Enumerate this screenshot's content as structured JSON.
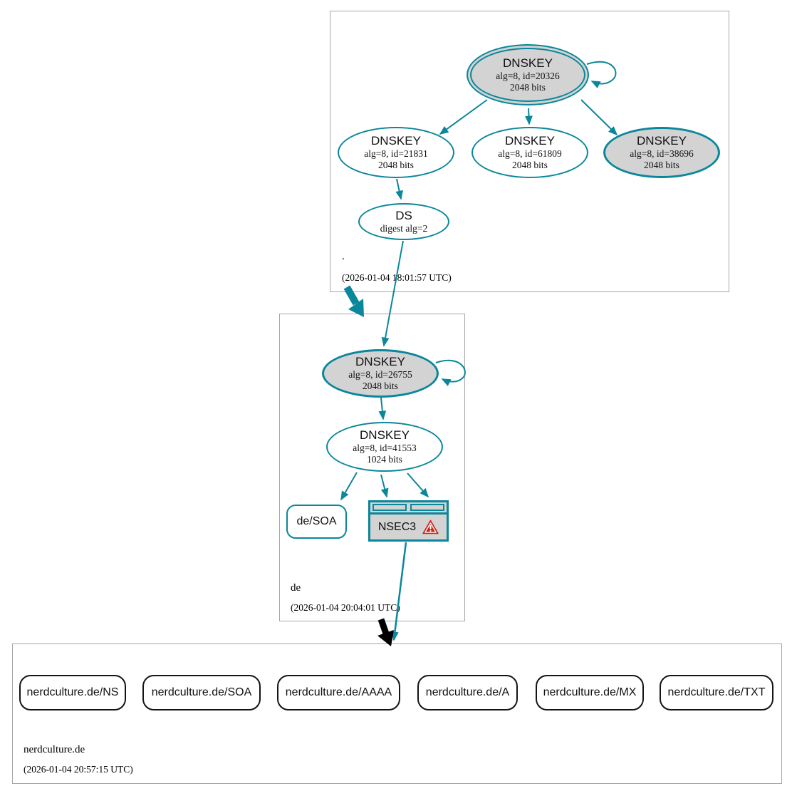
{
  "zones": [
    {
      "name": ".",
      "timestamp": "(2026-01-04 18:01:57 UTC)",
      "nodes": {
        "ksk": {
          "title": "DNSKEY",
          "alg": "alg=8, id=20326",
          "bits": "2048 bits"
        },
        "zsk1": {
          "title": "DNSKEY",
          "alg": "alg=8, id=21831",
          "bits": "2048 bits"
        },
        "zsk2": {
          "title": "DNSKEY",
          "alg": "alg=8, id=61809",
          "bits": "2048 bits"
        },
        "key3": {
          "title": "DNSKEY",
          "alg": "alg=8, id=38696",
          "bits": "2048 bits"
        },
        "ds": {
          "title": "DS",
          "digest": "digest alg=2"
        }
      }
    },
    {
      "name": "de",
      "timestamp": "(2026-01-04 20:04:01 UTC)",
      "nodes": {
        "ksk": {
          "title": "DNSKEY",
          "alg": "alg=8, id=26755",
          "bits": "2048 bits"
        },
        "zsk": {
          "title": "DNSKEY",
          "alg": "alg=8, id=41553",
          "bits": "1024 bits"
        },
        "soa": {
          "title": "de/SOA"
        },
        "nsec3": {
          "title": "NSEC3"
        }
      }
    },
    {
      "name": "nerdculture.de",
      "timestamp": "(2026-01-04 20:57:15 UTC)",
      "rrsets": [
        "nerdculture.de/NS",
        "nerdculture.de/SOA",
        "nerdculture.de/AAAA",
        "nerdculture.de/A",
        "nerdculture.de/MX",
        "nerdculture.de/TXT"
      ]
    }
  ],
  "colors": {
    "secure_teal": "#0a879a",
    "node_fill_gray": "#d3d3d3",
    "warning_red": "#c9251c",
    "zone_box_border": "#a6a6a6",
    "rrset_border": "#141414"
  }
}
